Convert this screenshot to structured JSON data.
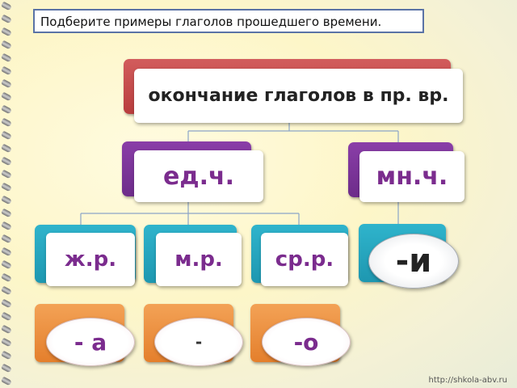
{
  "instruction": "Подберите примеры глаголов прошедшего времени.",
  "root": {
    "label": "окончание глаголов в  пр. вр."
  },
  "number": {
    "singular": "ед.ч.",
    "plural": "мн.ч."
  },
  "gender": {
    "feminine": "ж.р.",
    "masculine": "м.р.",
    "neuter": "ср.р."
  },
  "endings": {
    "feminine": "- а",
    "masculine": "-",
    "neuter": "-о",
    "plural": "-и"
  },
  "watermark": "http://shkola-abv.ru",
  "colors": {
    "root": "#c04444",
    "number": "#7a3496",
    "gender": "#27a6c0",
    "endings": "#ea8a38",
    "text": "#7b2c8e"
  }
}
